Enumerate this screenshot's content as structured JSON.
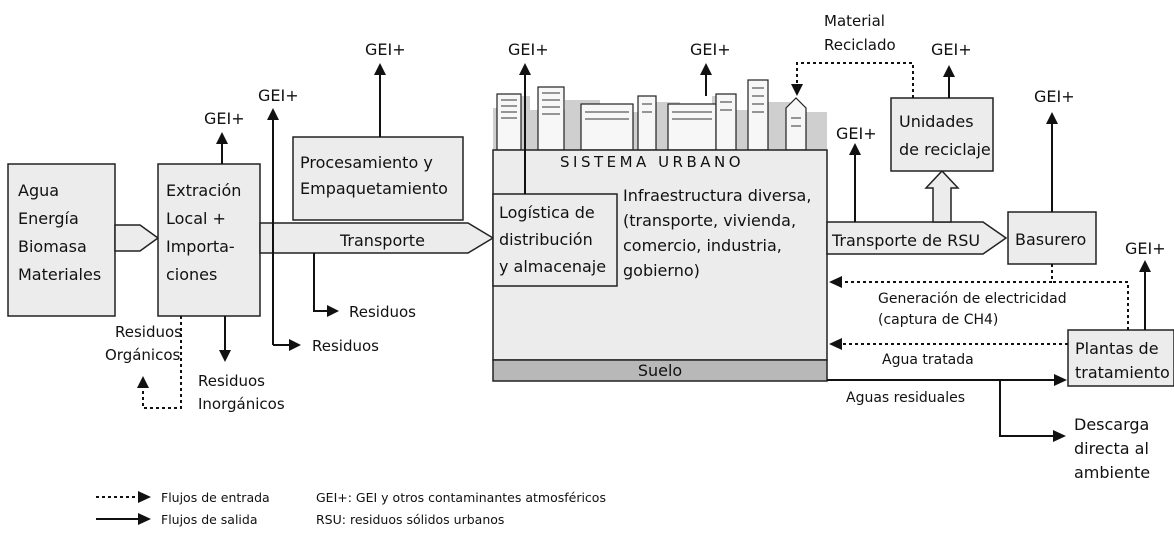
{
  "boxes": {
    "inputs": [
      "Agua",
      "Energía",
      "Biomasa",
      "Materiales"
    ],
    "extraction": [
      "Extración",
      "Local +",
      "Importa-",
      "ciones"
    ],
    "processing": [
      "Procesamiento y",
      "Empaquetamiento"
    ],
    "transport": "Transporte",
    "logistics": [
      "Logística de",
      "distribución",
      "y almacenaje"
    ],
    "urban_title": "SISTEMA URBANO",
    "infrastructure": [
      "Infraestructura diversa,",
      "(transporte, vivienda,",
      "comercio, industria,",
      "gobierno)"
    ],
    "soil": "Suelo",
    "msw_transport": "Transporte de RSU",
    "dump": "Basurero",
    "recycling": [
      "Unidades",
      "de reciclaje"
    ],
    "treatment": [
      "Plantas de",
      "tratamiento"
    ]
  },
  "labels": {
    "ghg": "GEI+",
    "recycled_material": [
      "Material",
      "Reciclado"
    ],
    "waste": "Residuos",
    "organic_waste": [
      "Residuos",
      "Orgánicos"
    ],
    "inorganic_waste": [
      "Residuos",
      "Inorgánicos"
    ],
    "electricity": [
      "Generación de electricidad",
      "(captura de CH4)"
    ],
    "treated_water": "Agua tratada",
    "wastewater": "Aguas residuales",
    "direct_discharge": [
      "Descarga",
      "directa al",
      "ambiente"
    ]
  },
  "legend": {
    "input_flows": "Flujos de entrada",
    "output_flows": "Flujos de salida",
    "ghg_def": "GEI+: GEI y otros contaminantes atmosféricos",
    "msw_def": "RSU: residuos sólidos urbanos"
  }
}
